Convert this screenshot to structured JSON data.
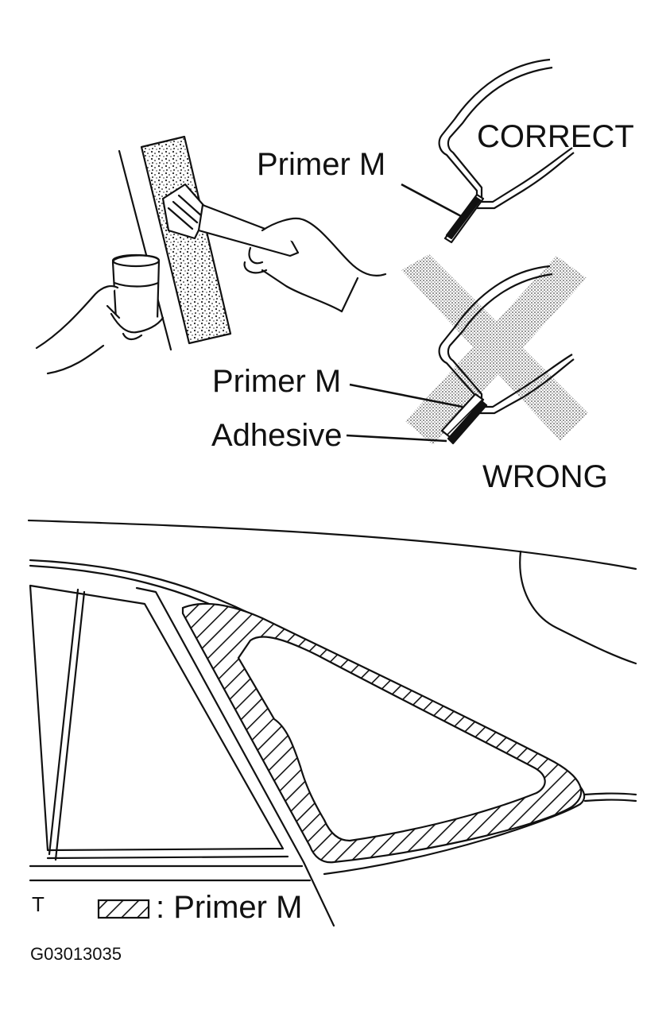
{
  "labels": {
    "correct": "CORRECT",
    "wrong": "WRONG",
    "primer_top": "Primer M",
    "primer_mid": "Primer M",
    "adhesive": "Adhesive",
    "legend_text": ": Primer M",
    "corner_mark": "T",
    "figure_code": "G03013035"
  },
  "colors": {
    "ink": "#111111",
    "paper": "#ffffff",
    "cross_fill": "#9a9a9a"
  }
}
